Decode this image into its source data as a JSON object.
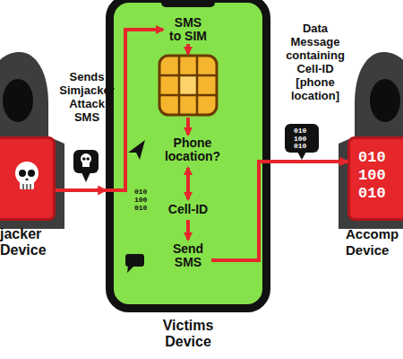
{
  "diagram": {
    "nodes": [
      {
        "text": [
          "jacker Device"
        ]
      },
      {
        "text": [
          "SMS to SIM",
          "Phone location?",
          "010 100 010",
          "Cell-ID",
          "Send SMS",
          "Victims Device"
        ]
      },
      {
        "text": [
          "010 100 010",
          "Accomp Device"
        ]
      }
    ],
    "edges": [
      {
        "from": 0,
        "to": 1,
        "arrow": "to",
        "label": "Sends Simjacker Attack SMS"
      },
      {
        "from": 1,
        "to": 2,
        "arrow": "to",
        "label": "Data Message containing Cell-ID [phone location]"
      }
    ],
    "labels": [
      "010 100 010"
    ]
  }
}
